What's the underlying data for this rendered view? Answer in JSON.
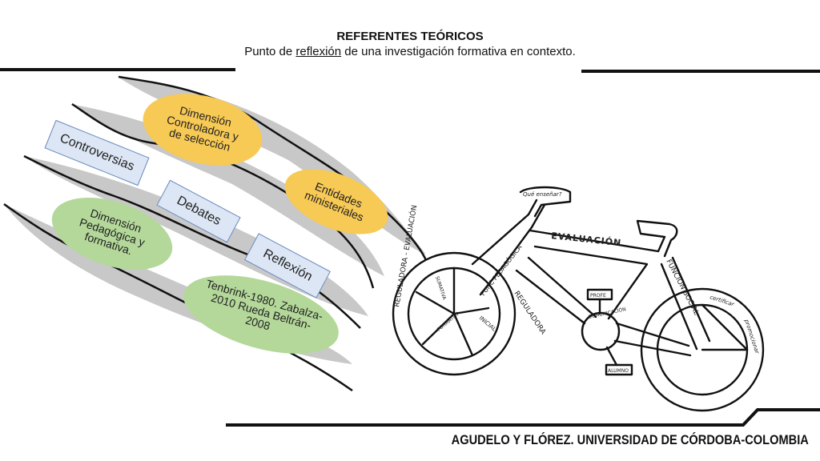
{
  "header": {
    "title": "REFERENTES TEÓRICOS",
    "subtitle_pre": "Punto de ",
    "subtitle_link": "reflexión",
    "subtitle_post": " de una investigación formativa en contexto."
  },
  "ellipses": {
    "controladora": "Dimensión Controladora y de selección",
    "entidades": "Entidades ministeriales",
    "pedagogica": "Dimensión Pedagógica y formativa.",
    "autores": "Tenbrink-1980. Zabalza-2010 Rueda Beltrán-2008"
  },
  "boxes": {
    "controversias": "Controversias",
    "debates": "Debates",
    "reflexion": "Reflexión"
  },
  "bike": {
    "evaluacion": "EVALUACIÓN",
    "regulador_front": "REGULADORA - EVALUACIÓN",
    "func_pedagogica": "FUNC PEDAGÓGICA",
    "reguladora_down": "REGULADORA",
    "que_ensenar": "Qué enseñar?",
    "funcion_social": "FUNCIÓN SOCIAL",
    "certificar": "certificar",
    "promocionar": "promocionar",
    "profe": "PROFE",
    "alumno": "ALUMNO",
    "comunicacion": "COMUNICACIÓN",
    "sumativa": "SUMATIVA",
    "formativa": "FORMATIVA",
    "inicial": "INICIAL"
  },
  "colors": {
    "yellow": "#f7c955",
    "green": "#b4d89a",
    "blue_box": "#dce6f4",
    "box_border": "#6a8bbf",
    "shadow": "#c8c8c8"
  },
  "footer": "AGUDELO Y FLÓREZ. UNIVERSIDAD DE CÓRDOBA-COLOMBIA"
}
